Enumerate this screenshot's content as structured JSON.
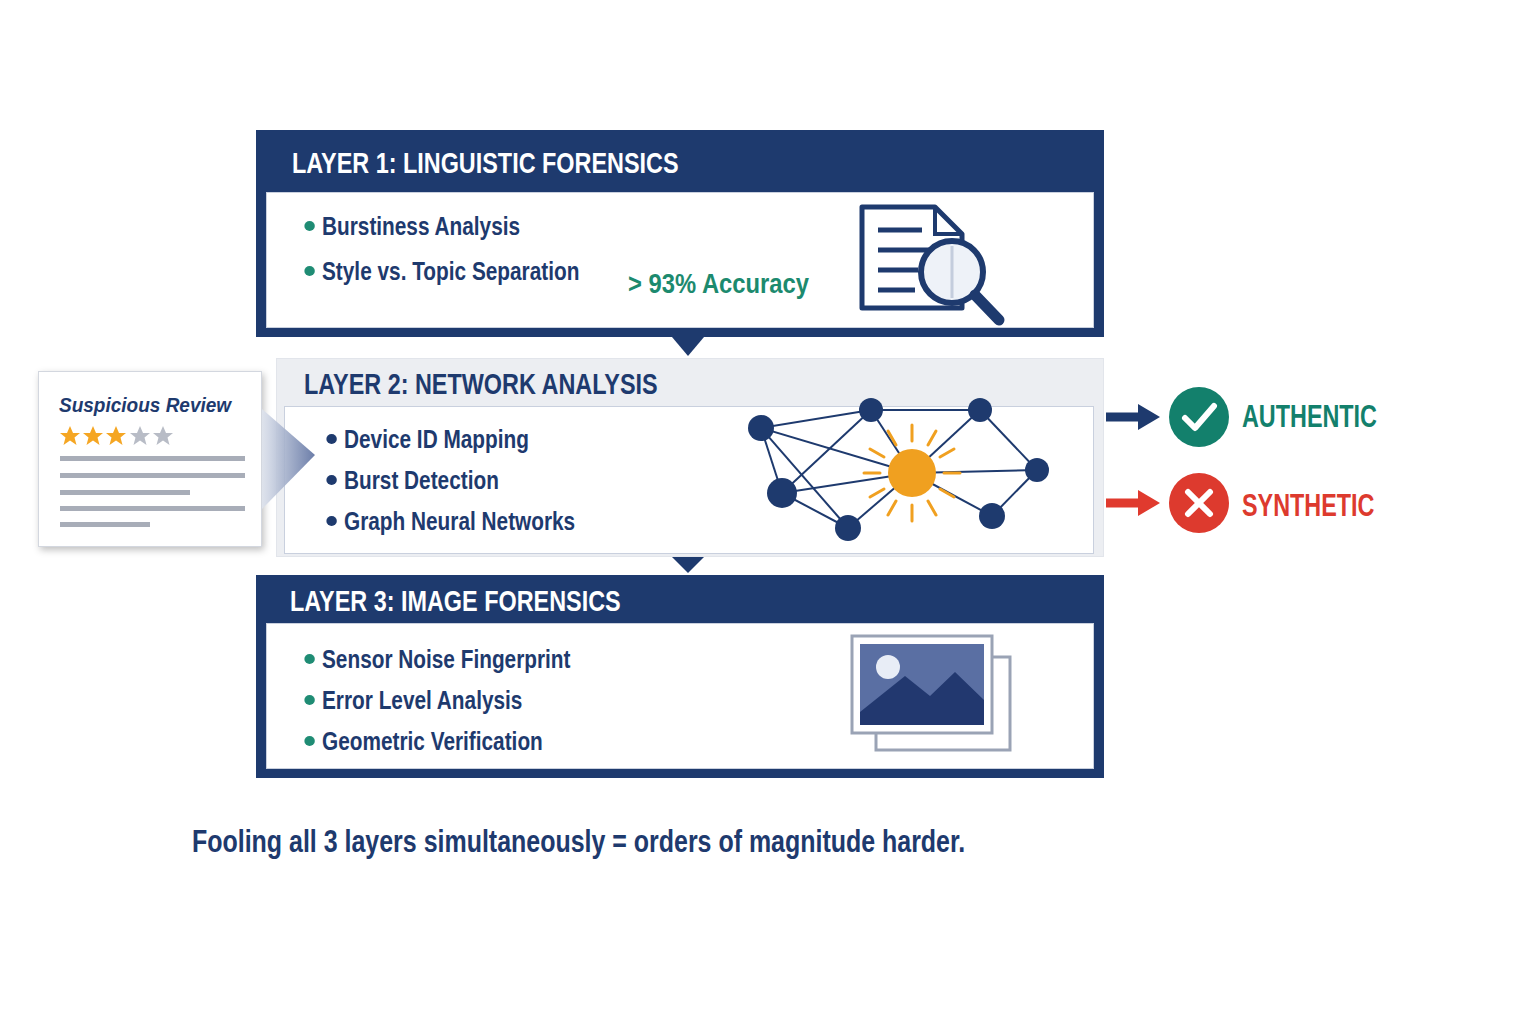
{
  "diagram": {
    "caption": "Fooling all 3 layers simultaneously = orders of magnitude harder.",
    "nodes": [
      {
        "text": [
          "LAYER 1: LINGUISTIC FORENSICS",
          "Burstiness Analysis",
          "Style vs. Topic Separation",
          "> 93% Accuracy"
        ]
      },
      {
        "text": [
          "Suspicious Review"
        ]
      },
      {
        "text": [
          "LAYER 2: NETWORK ANALYSIS",
          "Device ID Mapping",
          "Burst Detection",
          "Graph Neural Networks"
        ]
      },
      {
        "text": [
          "AUTHENTIC"
        ]
      },
      {
        "text": [
          "SYNTHETIC"
        ]
      },
      {
        "text": [
          "LAYER 3: IMAGE FORENSICS",
          "Sensor Noise Fingerprint",
          "Error Level Analysis",
          "Geometric Verification"
        ]
      }
    ],
    "edges": [
      {
        "from": 0,
        "to": 2,
        "arrow": "to"
      },
      {
        "from": 1,
        "to": 2,
        "arrow": "to"
      },
      {
        "from": 2,
        "to": 5,
        "arrow": "to"
      },
      {
        "from": 2,
        "to": 3,
        "arrow": "to"
      },
      {
        "from": 2,
        "to": 4,
        "arrow": "to"
      }
    ]
  }
}
